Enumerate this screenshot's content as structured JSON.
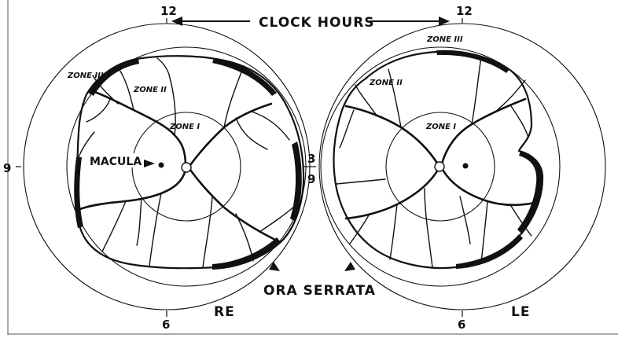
{
  "header": {
    "clock_hours": "CLOCK HOURS",
    "left_12": "12",
    "right_12": "12"
  },
  "left_eye": {
    "label": "RE",
    "zone1": "ZONE I",
    "zone2": "ZONE II",
    "zone3": "ZONE III",
    "macula": "MACULA",
    "hour_9": "9",
    "hour_3": "3",
    "hour_6": "6"
  },
  "right_eye": {
    "label": "LE",
    "zone1": "ZONE I",
    "zone2": "ZONE II",
    "zone3": "ZONE III",
    "hour_9": "9",
    "hour_6": "6"
  },
  "ora_serrata": "ORA SERRATA",
  "colors": {
    "ink": "#111111",
    "paper": "#ffffff",
    "frame": "#555555"
  }
}
